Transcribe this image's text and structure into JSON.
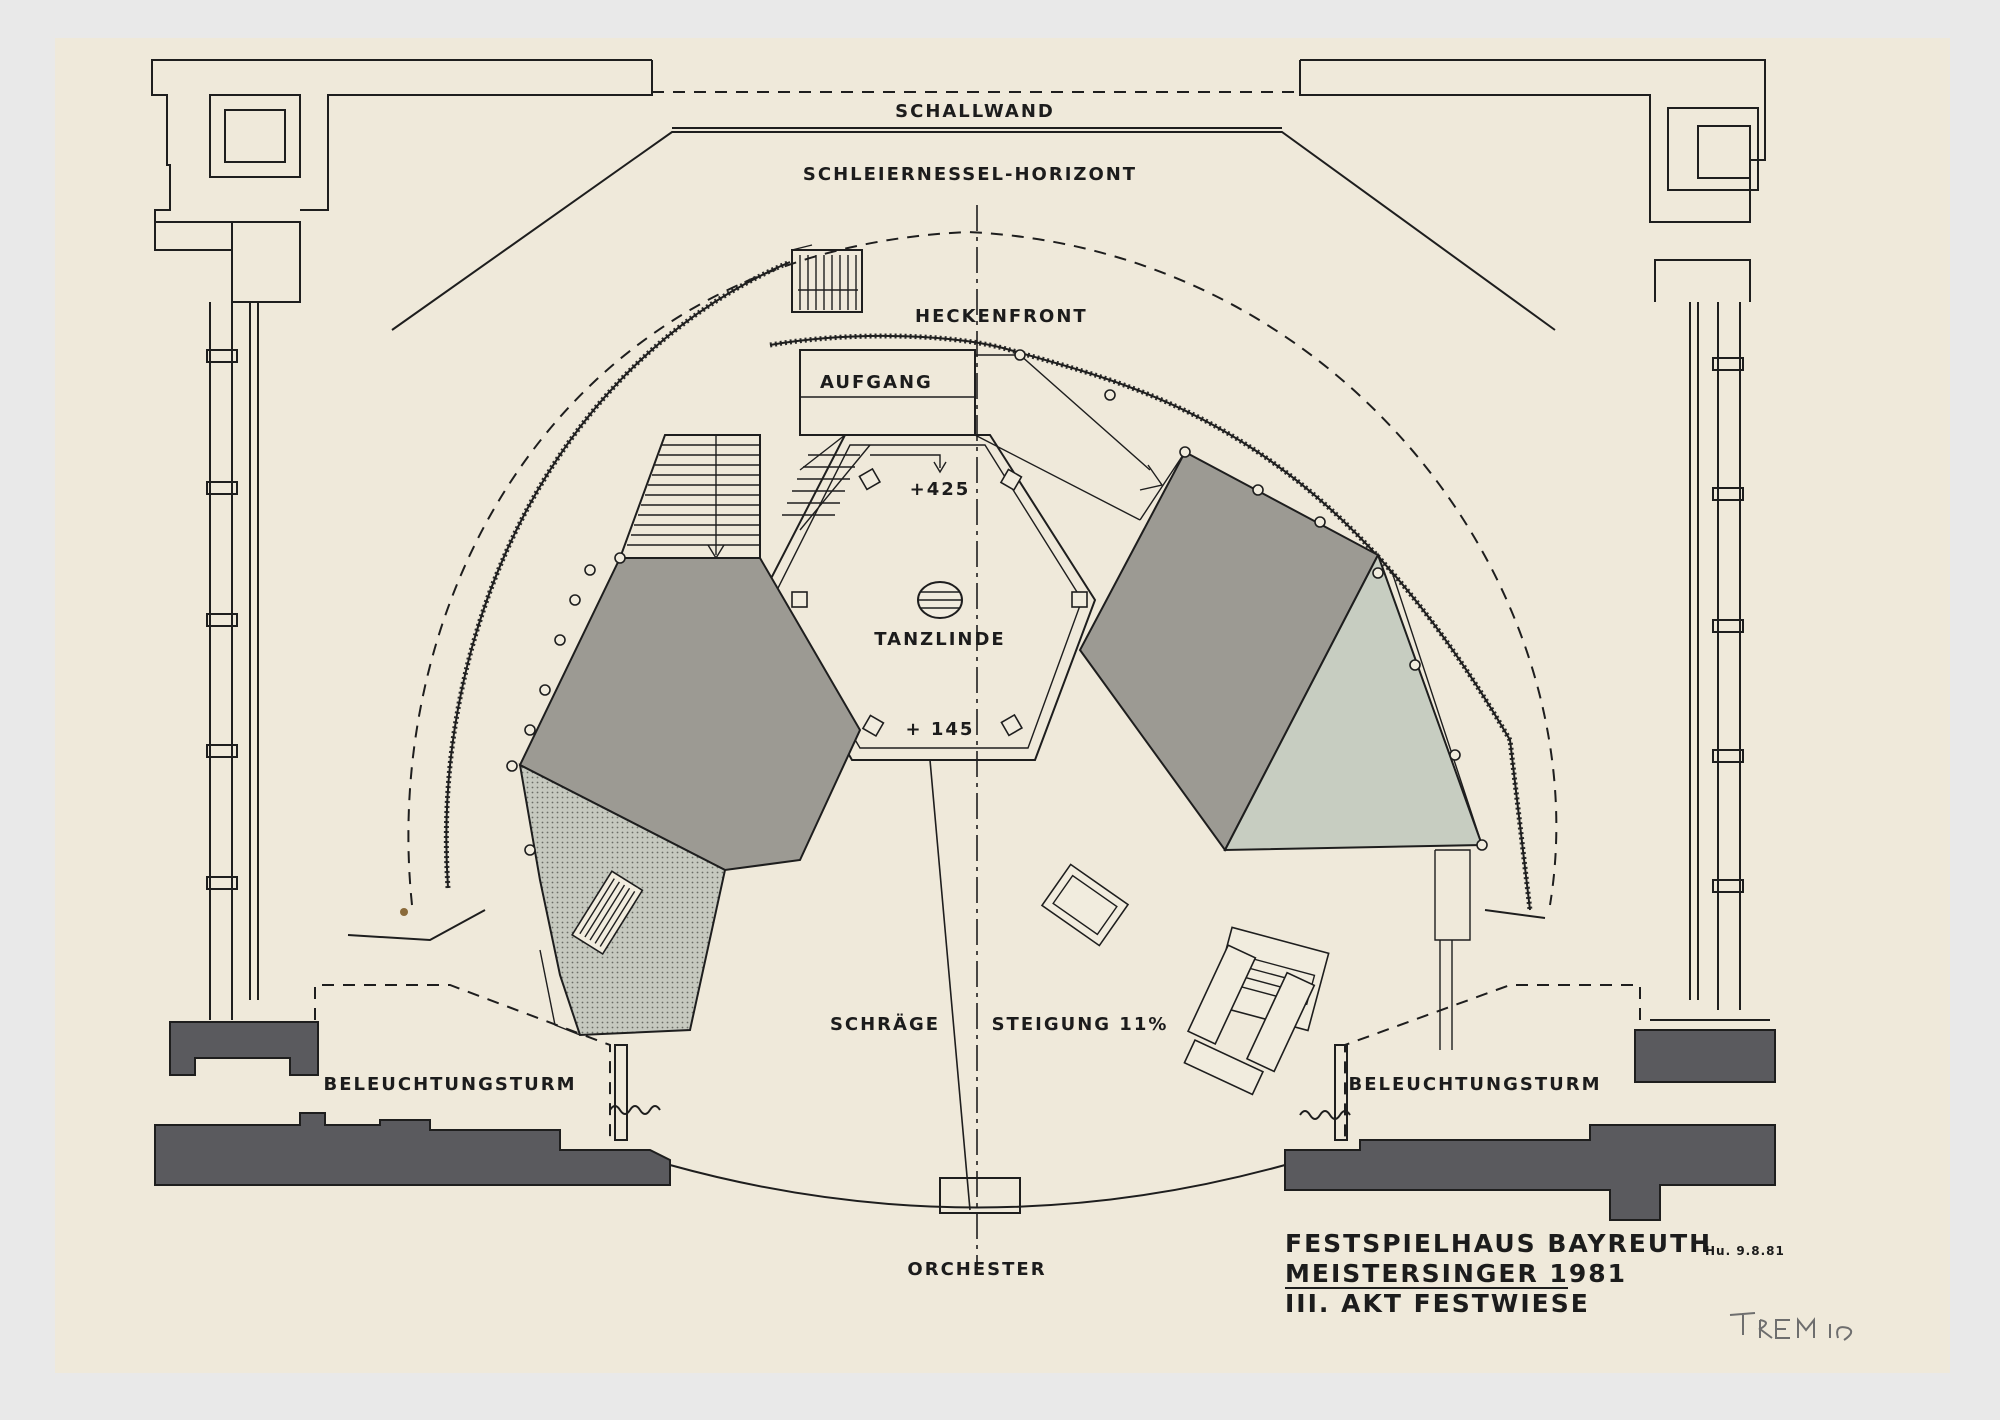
{
  "labels": {
    "schallwand": "SCHALLWAND",
    "horizont": "SCHLEIERNESSEL-HORIZONT",
    "heckenfront": "HECKENFRONT",
    "aufgang": "AUFGANG",
    "level_upper": "+425",
    "level_lower": "+ 145",
    "tanzlinde": "TANZLINDE",
    "schraege": "SCHRÄGE",
    "steigung": "STEIGUNG 11%",
    "beleuchtung_left": "BELEUCHTUNGSTURM",
    "beleuchtung_right": "BELEUCHTUNGSTURM",
    "orchester": "ORCHESTER"
  },
  "title_block": {
    "line1": "FESTSPIELHAUS BAYREUTH",
    "line2": "MEISTERSINGER 1981",
    "line3": "III. AKT FESTWIESE",
    "date": "Hu. 9.8.81"
  },
  "colors": {
    "paper": "#efe9da",
    "platform_dark": "#9c9a93",
    "platform_light": "#c7cdc1",
    "wall": "#5a5a5e"
  }
}
